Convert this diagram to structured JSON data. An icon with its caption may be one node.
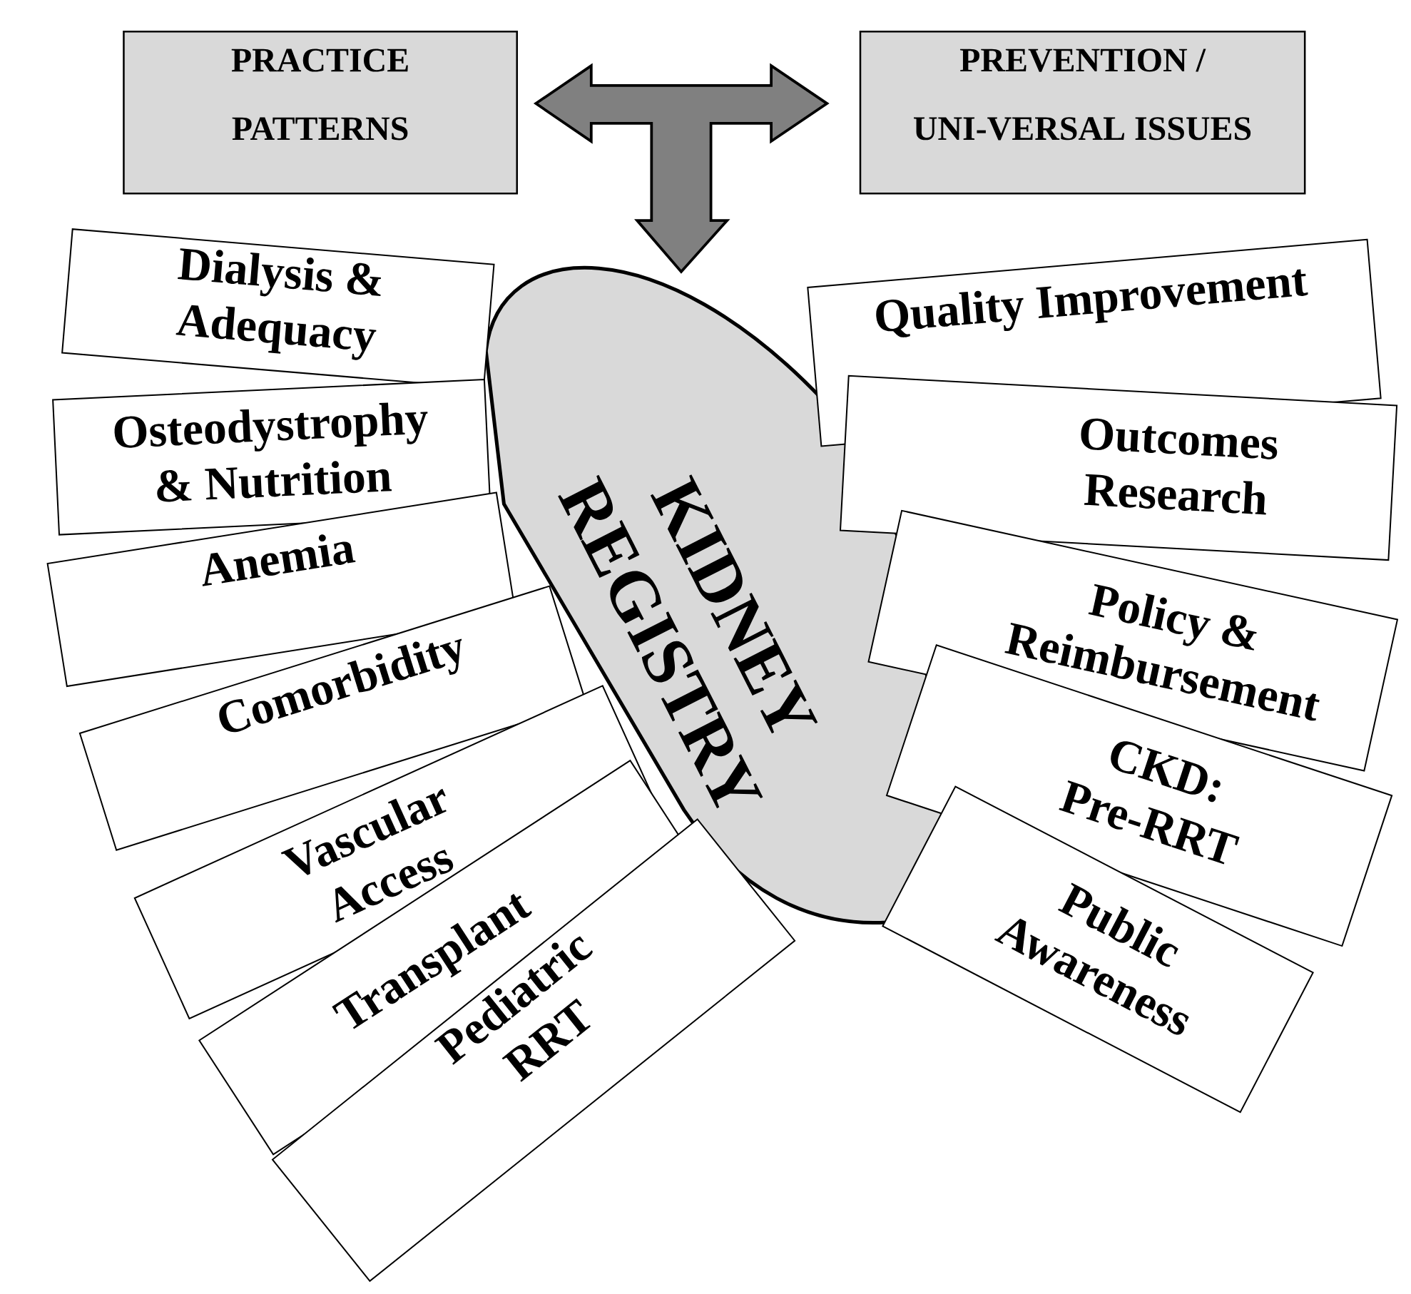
{
  "diagram": {
    "nodes": [
      {
        "text": [
          "PRACTICE PATTERNS"
        ]
      },
      {
        "text": [
          "PREVENTION / UNI-VERSAL ISSUES"
        ]
      },
      {
        "text": [
          "KIDNEY REGISTRY"
        ]
      },
      {
        "text": [
          "Dialysis & Adequacy"
        ]
      },
      {
        "text": [
          "Osteodystrophy & Nutrition"
        ]
      },
      {
        "text": [
          "Anemia"
        ]
      },
      {
        "text": [
          "Comorbidity"
        ]
      },
      {
        "text": [
          "Vascular Access"
        ]
      },
      {
        "text": [
          "Transplant"
        ]
      },
      {
        "text": [
          "Pediatric RRT"
        ]
      },
      {
        "text": [
          "Quality Improvement"
        ]
      },
      {
        "text": [
          "Outcomes Research"
        ]
      },
      {
        "text": [
          "Policy & Reimbursement"
        ]
      },
      {
        "text": [
          "CKD: Pre-RRT"
        ]
      },
      {
        "text": [
          "Public Awareness"
        ]
      }
    ],
    "edges": [
      {
        "from": 0,
        "to": 1,
        "arrow": "both"
      },
      {
        "from": null,
        "to": 2,
        "arrow": "to"
      }
    ]
  }
}
